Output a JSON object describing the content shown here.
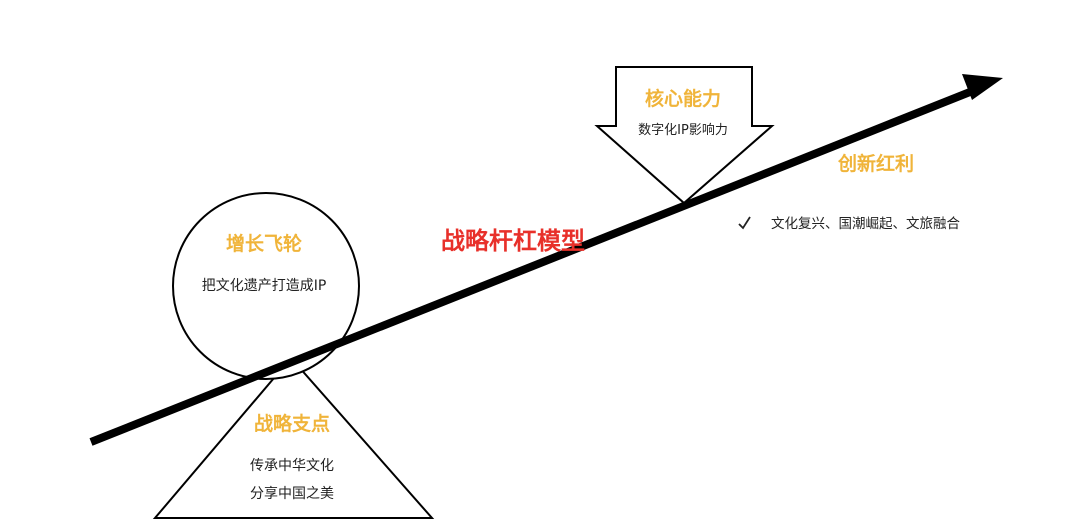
{
  "colors": {
    "accent": "#f0b43a",
    "title": "#e8302a",
    "line": "#000000",
    "text": "#222222"
  },
  "diagram": {
    "title": "战略杆杠模型",
    "flywheel": {
      "title": "增长飞轮",
      "text": "把文化遗产打造成IP"
    },
    "fulcrum": {
      "title": "战略支点",
      "line1": "传承中华文化",
      "line2": "分享中国之美"
    },
    "core": {
      "title": "核心能力",
      "text": "数字化IP影响力"
    },
    "dividend": {
      "title": "创新红利",
      "check_icon": "check-icon",
      "text": "文化复兴、国潮崛起、文旅融合"
    }
  }
}
